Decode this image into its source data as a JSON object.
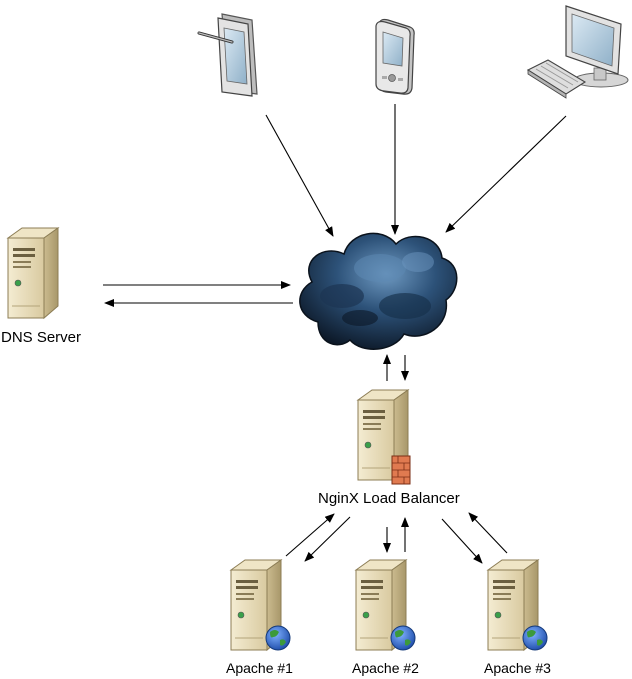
{
  "labels": {
    "dns": "DNS Server",
    "lb": "NginX Load Balancer",
    "apache1": "Apache #1",
    "apache2": "Apache #2",
    "apache3": "Apache #3"
  },
  "colors": {
    "server_body": "#e8dcb4",
    "server_side": "#c8b88c",
    "cloud": "#2e4f70",
    "cloud_dark": "#0d1a2a",
    "globe": "#2f67c9",
    "globe_land": "#3c9a3c",
    "firewall": "#d8603a",
    "device_frame": "#d9d9d9",
    "device_screen": "#9db9cf"
  },
  "icons": {
    "tablet": "tablet-icon",
    "pda": "pda-icon",
    "desktop": "desktop-computer-icon",
    "cloud": "internet-cloud-icon",
    "dns": "server-icon",
    "lb": "server-with-firewall-icon",
    "apache": "web-server-globe-icon"
  }
}
